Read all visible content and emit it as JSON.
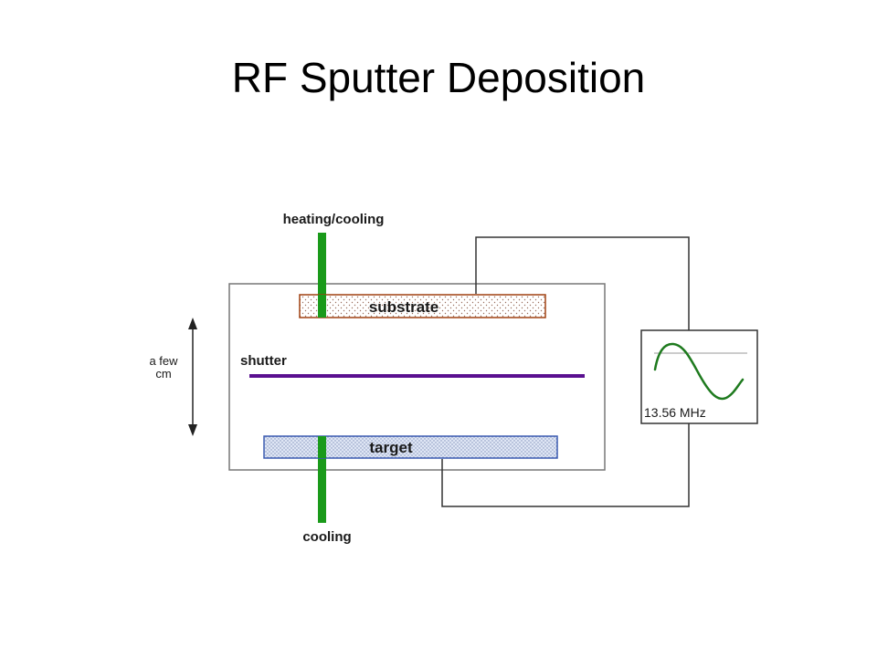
{
  "slide": {
    "title": "RF Sputter Deposition"
  },
  "diagram": {
    "labels": {
      "heating_cooling": "heating/cooling",
      "substrate": "substrate",
      "shutter": "shutter",
      "target": "target",
      "cooling": "cooling",
      "distance_line1": "a few",
      "distance_line2": "cm",
      "frequency": "13.56 MHz"
    },
    "colors": {
      "coolant_pipe": "#1a9a1a",
      "shutter": "#5a1090",
      "substrate_border": "#a04010",
      "target_border": "#3a5ab0",
      "target_fill": "#cfd8ec",
      "rf_wave": "#1e7a1e",
      "wire": "#333333",
      "chamber": "#777777"
    }
  }
}
